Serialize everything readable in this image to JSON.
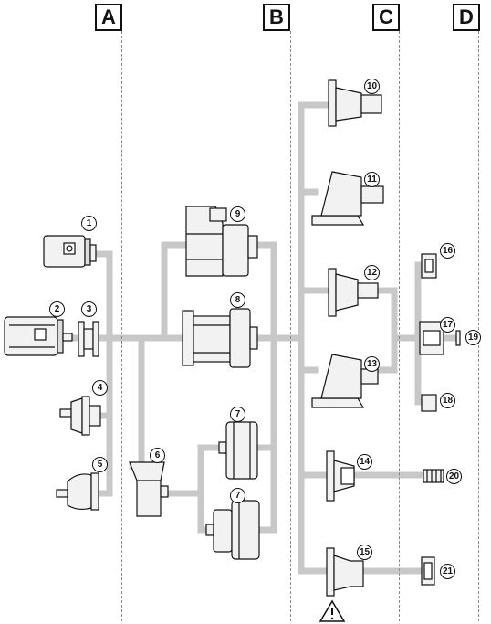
{
  "columns": [
    {
      "id": "col-a",
      "letter": "A"
    },
    {
      "id": "col-b",
      "letter": "B"
    },
    {
      "id": "col-c",
      "letter": "C"
    },
    {
      "id": "col-d",
      "letter": "D"
    }
  ],
  "components": [
    {
      "id": "1",
      "label": "1"
    },
    {
      "id": "2",
      "label": "2"
    },
    {
      "id": "3",
      "label": "3"
    },
    {
      "id": "4",
      "label": "4"
    },
    {
      "id": "5",
      "label": "5"
    },
    {
      "id": "6",
      "label": "6"
    },
    {
      "id": "7a",
      "label": "7"
    },
    {
      "id": "7b",
      "label": "7"
    },
    {
      "id": "8",
      "label": "8"
    },
    {
      "id": "9",
      "label": "9"
    },
    {
      "id": "10",
      "label": "10"
    },
    {
      "id": "11",
      "label": "11"
    },
    {
      "id": "12",
      "label": "12"
    },
    {
      "id": "13",
      "label": "13"
    },
    {
      "id": "14",
      "label": "14"
    },
    {
      "id": "15",
      "label": "15"
    },
    {
      "id": "16",
      "label": "16"
    },
    {
      "id": "17",
      "label": "17"
    },
    {
      "id": "18",
      "label": "18"
    },
    {
      "id": "19",
      "label": "19"
    },
    {
      "id": "20",
      "label": "20"
    },
    {
      "id": "21",
      "label": "21"
    }
  ],
  "warning_icon": "warning-triangle-icon",
  "colors": {
    "connector": "#c8c8c8",
    "outline": "#111111",
    "column_line": "#8a8a8a"
  }
}
